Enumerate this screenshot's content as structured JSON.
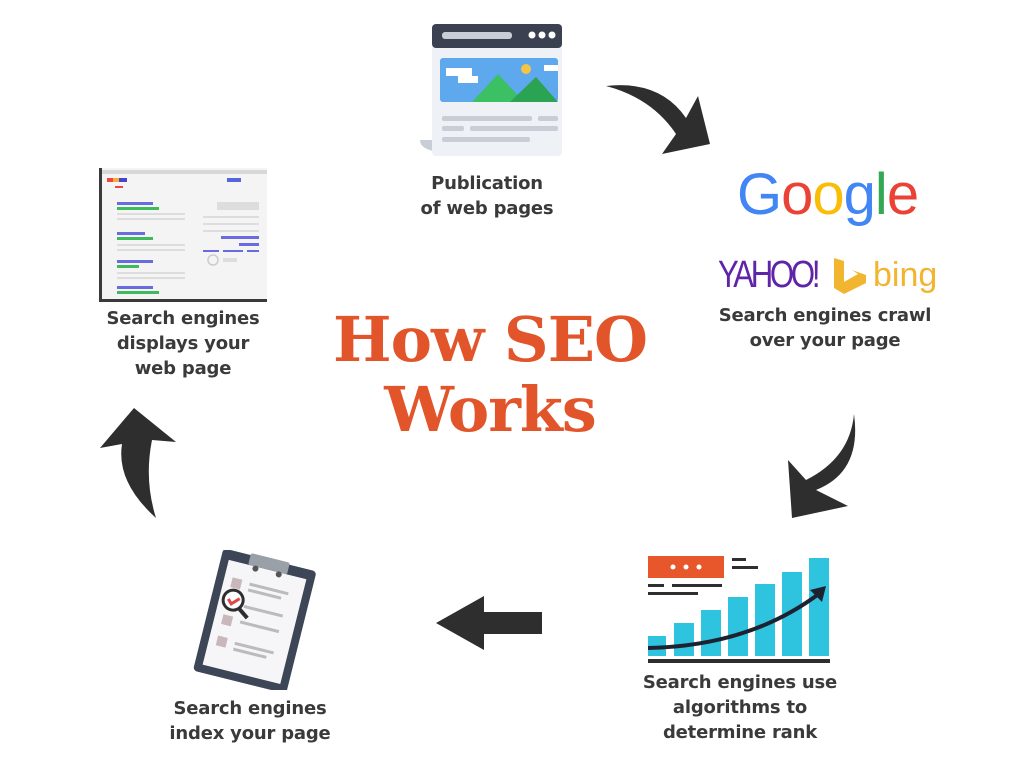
{
  "title": {
    "line1": "How SEO",
    "line2": "Works",
    "color": "#e2552a"
  },
  "steps": [
    {
      "id": "publish",
      "icon": "web-page-icon",
      "lines": [
        "Publication",
        "of web pages"
      ]
    },
    {
      "id": "crawl",
      "icon": "search-engine-logos",
      "lines": [
        "Search engines crawl",
        "over your page"
      ],
      "logos": {
        "google": [
          "G",
          "o",
          "o",
          "g",
          "l",
          "e"
        ],
        "google_colors": [
          "#4285f4",
          "#ea4335",
          "#fbbc05",
          "#4285f4",
          "#34a853",
          "#ea4335"
        ],
        "yahoo": "YAHOO!",
        "bing": "bing"
      }
    },
    {
      "id": "rank",
      "icon": "rising-bar-chart-icon",
      "lines": [
        "Search engines use",
        "algorithms to",
        "determine rank"
      ]
    },
    {
      "id": "index",
      "icon": "clipboard-magnifier-icon",
      "lines": [
        "Search engines",
        "index your page"
      ]
    },
    {
      "id": "display",
      "icon": "search-results-page-icon",
      "lines": [
        "Search engines",
        "displays your",
        "web page"
      ]
    }
  ],
  "colors": {
    "arrow": "#2e2e2e",
    "text": "#3a3a3a",
    "bar": "#2ec4e0",
    "accent": "#e8572b"
  }
}
